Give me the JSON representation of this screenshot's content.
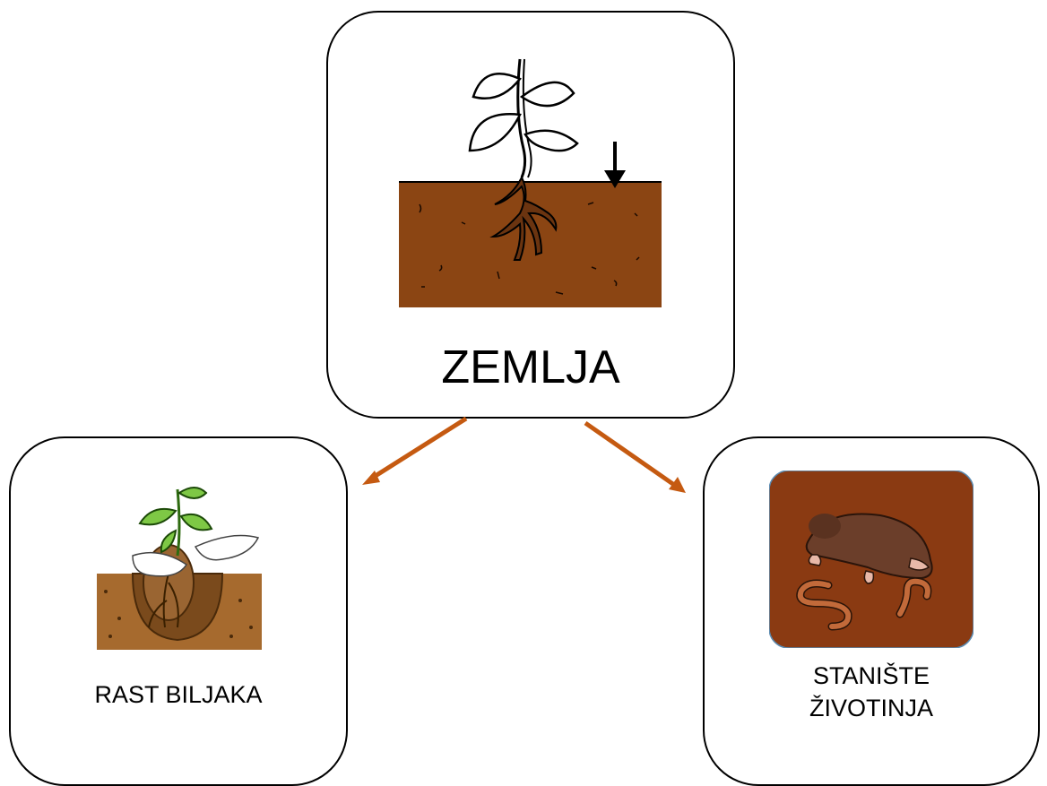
{
  "main": {
    "label": "ZEMLJA",
    "icon": "plant-in-soil-icon"
  },
  "branches": [
    {
      "label_lines": [
        "RAST BILJAKA"
      ],
      "icon": "planting-hands-icon"
    },
    {
      "label_lines": [
        "STANIŠTE",
        "ŽIVOTINJA"
      ],
      "icon": "mole-and-worms-icon"
    }
  ],
  "colors": {
    "soil": "#8B4513",
    "arrow": "#C55A11",
    "leaf": "#7EC845",
    "photo_bg": "#8A3A12"
  }
}
